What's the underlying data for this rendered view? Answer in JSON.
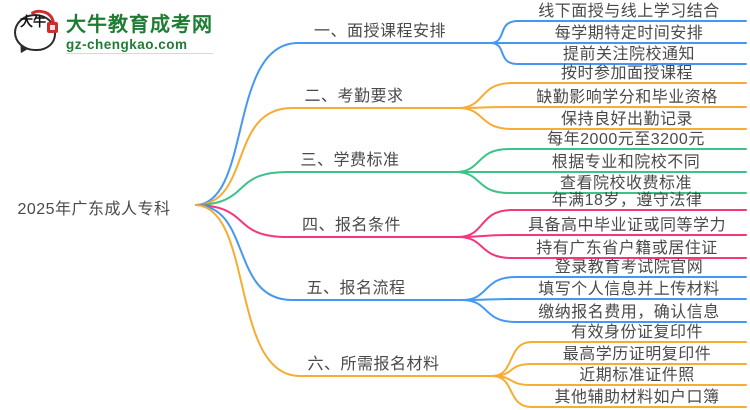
{
  "logo": {
    "icon_text": "大牛",
    "title": "大牛教育成考网",
    "domain": "gz-chengkao.com"
  },
  "topic": "2025年广东成人专科",
  "branches": [
    {
      "label": "一、面授课程安排",
      "color": "#4598F2",
      "children": [
        "线下面授与线上学习结合",
        "每学期特定时间安排",
        "提前关注院校通知"
      ]
    },
    {
      "label": "二、考勤要求",
      "color": "#F7AC33",
      "children": [
        "按时参加面授课程",
        "缺勤影响学分和毕业资格",
        "保持良好出勤记录"
      ]
    },
    {
      "label": "三、学费标准",
      "color": "#3DC389",
      "children": [
        "每年2000元至3200元",
        "根据专业和院校不同",
        "查看院校收费标准"
      ]
    },
    {
      "label": "四、报名条件",
      "color": "#F4367E",
      "children": [
        "年满18岁，遵守法律",
        "具备高中毕业证或同等学力",
        "持有广东省户籍或居住证"
      ]
    },
    {
      "label": "五、报名流程",
      "color": "#4598F2",
      "children": [
        "登录教育考试院官网",
        "填写个人信息并上传材料",
        "缴纳报名费用，确认信息"
      ]
    },
    {
      "label": "六、所需报名材料",
      "color": "#F7AC33",
      "children": [
        "有效身份证复印件",
        "最高学历证明复印件",
        "近期标准证件照",
        "其他辅助材料如户口簿"
      ]
    }
  ],
  "colors": {
    "blue": "#4598F2",
    "orange": "#F7AC33",
    "green": "#3DC389",
    "pink": "#F4367E",
    "brand_green": "#1E7D33",
    "seal_red": "#C9302C",
    "text": "#4A4A4A"
  }
}
